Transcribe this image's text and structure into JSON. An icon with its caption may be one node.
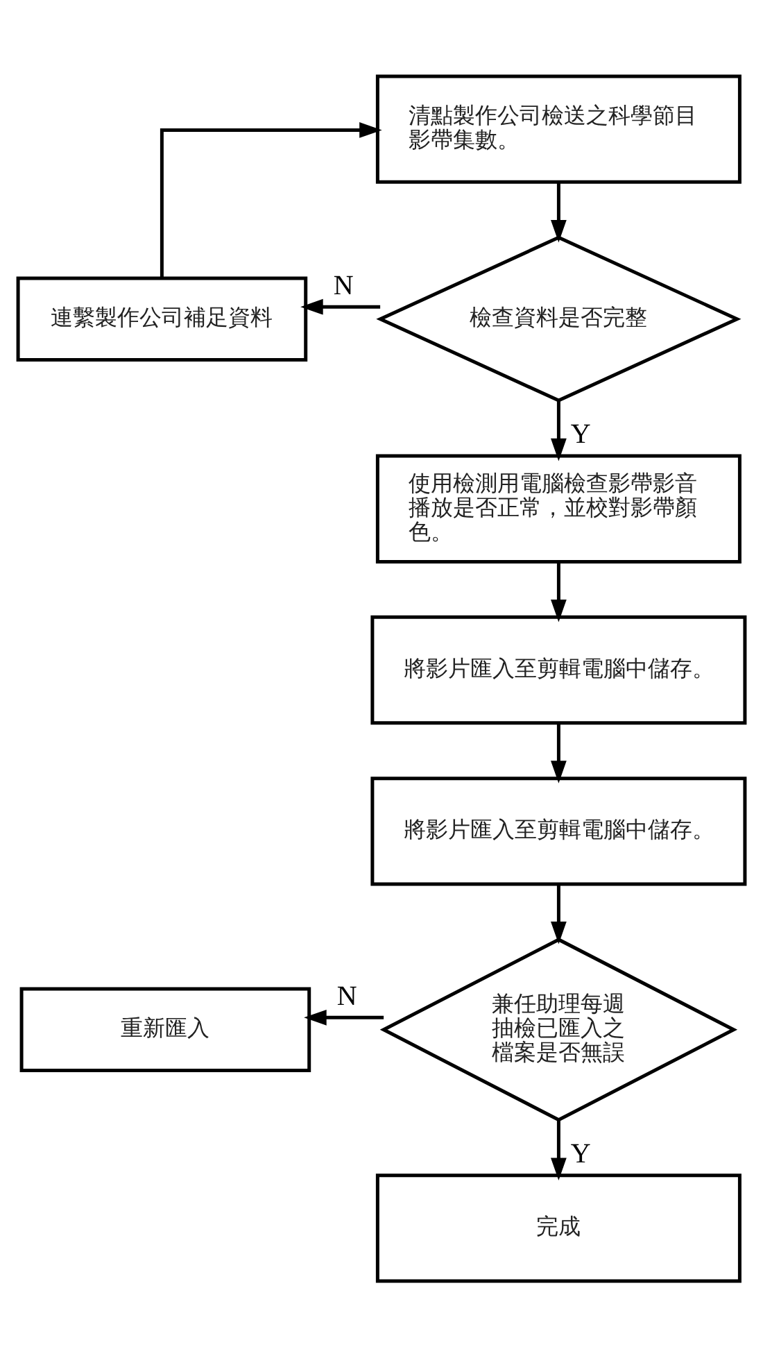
{
  "diagram": {
    "nodes": [
      {
        "text": [
          "清點製作公司檢送之科學節目影帶集數。"
        ]
      },
      {
        "text": [
          "檢查資料是否完整"
        ]
      },
      {
        "text": [
          "連繫製作公司補足資料"
        ]
      },
      {
        "text": [
          "使用檢測用電腦檢查影帶影音播放是否正常，並校對影帶顏色。"
        ]
      },
      {
        "text": [
          "將影片匯入至剪輯電腦中儲存。"
        ]
      },
      {
        "text": [
          "將影片匯入至剪輯電腦中儲存。"
        ]
      },
      {
        "text": [
          "兼任助理每週抽檢已匯入之檔案是否無誤"
        ]
      },
      {
        "text": [
          "重新匯入"
        ]
      },
      {
        "text": [
          "完成"
        ]
      }
    ],
    "edges": [
      {
        "from": 0,
        "to": 1,
        "arrow": "to"
      },
      {
        "from": 1,
        "to": 2,
        "arrow": "to",
        "label": "N"
      },
      {
        "from": 2,
        "to": 0,
        "arrow": "to"
      },
      {
        "from": 1,
        "to": 3,
        "arrow": "to",
        "label": "Y"
      },
      {
        "from": 3,
        "to": 4,
        "arrow": "to"
      },
      {
        "from": 4,
        "to": 5,
        "arrow": "to"
      },
      {
        "from": 5,
        "to": 6,
        "arrow": "to"
      },
      {
        "from": 6,
        "to": 7,
        "arrow": "to",
        "label": "N"
      },
      {
        "from": 6,
        "to": 8,
        "arrow": "to",
        "label": "Y"
      }
    ]
  }
}
